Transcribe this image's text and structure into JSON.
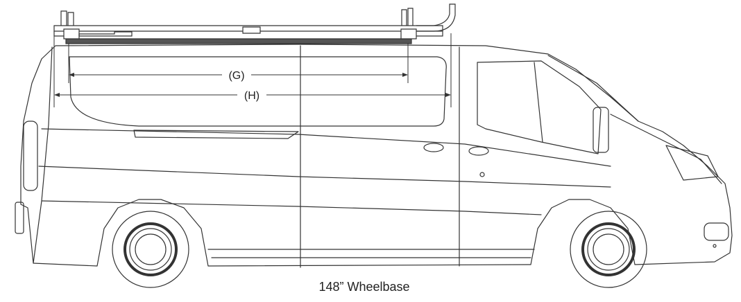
{
  "dimensions": {
    "g_label": "(G)",
    "h_label": "(H)"
  },
  "caption": "148” Wheelbase"
}
